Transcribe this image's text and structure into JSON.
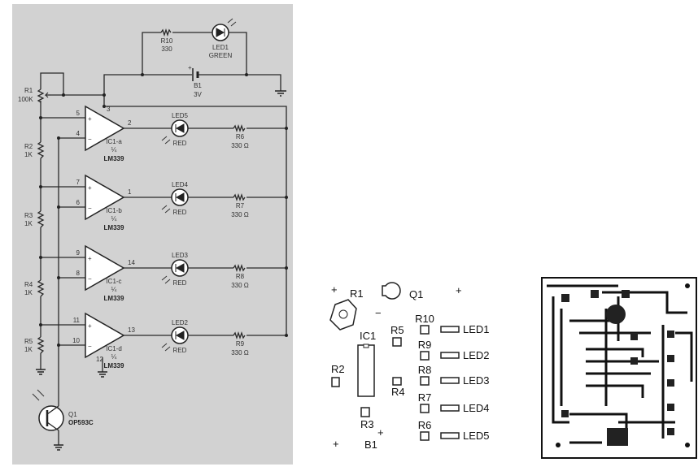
{
  "schematic": {
    "r10": {
      "ref": "R10",
      "value": "330"
    },
    "led1": {
      "ref": "LED1",
      "color": "GREEN"
    },
    "b1": {
      "ref": "B1",
      "value": "3V",
      "polarity": "+"
    },
    "r1": {
      "ref": "R1",
      "value": "100K"
    },
    "supply_pin": "3",
    "ground_pin": "12",
    "divider": [
      {
        "ref": "R2",
        "value": "1K"
      },
      {
        "ref": "R3",
        "value": "1K"
      },
      {
        "ref": "R4",
        "value": "1K"
      },
      {
        "ref": "R5",
        "value": "1K"
      }
    ],
    "comparators": [
      {
        "name": "IC1-a",
        "frac": "¼",
        "part": "LM339",
        "pin_plus": "5",
        "pin_minus": "4",
        "pin_out": "2",
        "led": "LED5",
        "led_color": "RED",
        "res": "R6",
        "res_value": "330 Ω"
      },
      {
        "name": "IC1-b",
        "frac": "¼",
        "part": "LM339",
        "pin_plus": "7",
        "pin_minus": "6",
        "pin_out": "1",
        "led": "LED4",
        "led_color": "RED",
        "res": "R7",
        "res_value": "330 Ω"
      },
      {
        "name": "IC1-c",
        "frac": "¼",
        "part": "LM339",
        "pin_plus": "9",
        "pin_minus": "8",
        "pin_out": "14",
        "led": "LED3",
        "led_color": "RED",
        "res": "R8",
        "res_value": "330 Ω"
      },
      {
        "name": "IC1-d",
        "frac": "¼",
        "part": "LM339",
        "pin_plus": "11",
        "pin_minus": "10",
        "pin_out": "13",
        "led": "LED2",
        "led_color": "RED",
        "res": "R9",
        "res_value": "330 Ω"
      }
    ],
    "q1": {
      "ref": "Q1",
      "part": "OP593C"
    },
    "plus_sign": "+",
    "minus_sign": "−"
  },
  "parts_layout": {
    "r1": "R1",
    "q1": "Q1",
    "ic1": "IC1",
    "r2": "R2",
    "r3": "R3",
    "r4": "R4",
    "r5": "R5",
    "b1": "B1",
    "plus": "+",
    "minus": "−",
    "rows": [
      {
        "res": "R10",
        "led": "LED1"
      },
      {
        "res": "R9",
        "led": "LED2"
      },
      {
        "res": "R8",
        "led": "LED3"
      },
      {
        "res": "R7",
        "led": "LED4"
      },
      {
        "res": "R6",
        "led": "LED5"
      }
    ]
  }
}
